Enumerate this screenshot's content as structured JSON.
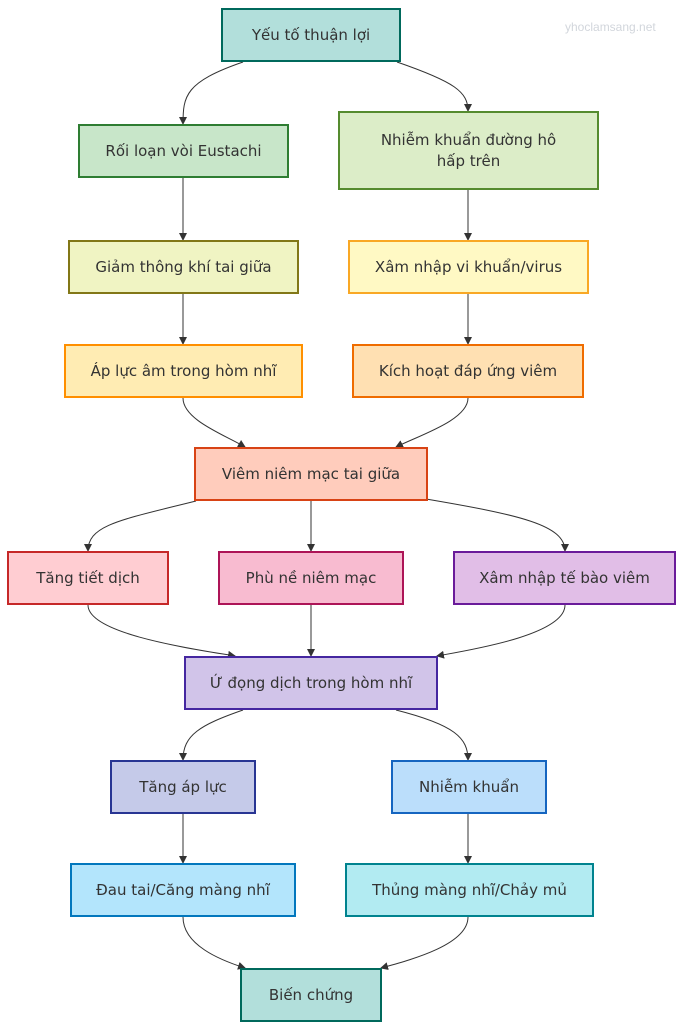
{
  "watermark": "yhoclamsang.net",
  "nodes": [
    {
      "id": "n1",
      "label": "Yếu tố thuận lợi",
      "fill": "#b2dfdb",
      "stroke": "#00695c"
    },
    {
      "id": "n2",
      "label": "Rối loạn vòi Eustachi",
      "fill": "#c8e6c9",
      "stroke": "#2e7d32"
    },
    {
      "id": "n3",
      "label": "Nhiễm khuẩn đường hô hấp trên",
      "fill": "#dcedc8",
      "stroke": "#558b2f"
    },
    {
      "id": "n4",
      "label": "Giảm thông khí tai giữa",
      "fill": "#f0f4c3",
      "stroke": "#827717"
    },
    {
      "id": "n5",
      "label": "Xâm nhập vi khuẩn/virus",
      "fill": "#fff9c4",
      "stroke": "#f9a825"
    },
    {
      "id": "n6",
      "label": "Áp lực âm trong hòm nhĩ",
      "fill": "#ffecb3",
      "stroke": "#ff8f00"
    },
    {
      "id": "n7",
      "label": "Kích hoạt đáp ứng viêm",
      "fill": "#ffe0b2",
      "stroke": "#ef6c00"
    },
    {
      "id": "n8",
      "label": "Viêm niêm mạc tai giữa",
      "fill": "#ffccbc",
      "stroke": "#d84315"
    },
    {
      "id": "n9",
      "label": "Tăng tiết dịch",
      "fill": "#ffcdd2",
      "stroke": "#c62828"
    },
    {
      "id": "n10",
      "label": "Phù nề niêm mạc",
      "fill": "#f8bbd0",
      "stroke": "#ad1457"
    },
    {
      "id": "n11",
      "label": "Xâm nhập tế bào viêm",
      "fill": "#e1bee7",
      "stroke": "#6a1b9a"
    },
    {
      "id": "n12",
      "label": "Ứ đọng dịch trong hòm nhĩ",
      "fill": "#d1c4e9",
      "stroke": "#4527a0"
    },
    {
      "id": "n13",
      "label": "Tăng áp lực",
      "fill": "#c5cae9",
      "stroke": "#283593"
    },
    {
      "id": "n14",
      "label": "Nhiễm khuẩn",
      "fill": "#bbdefb",
      "stroke": "#1565c0"
    },
    {
      "id": "n15",
      "label": "Đau tai/Căng màng nhĩ",
      "fill": "#b3e5fc",
      "stroke": "#0277bd"
    },
    {
      "id": "n16",
      "label": "Thủng màng nhĩ/Chảy mủ",
      "fill": "#b2ebf2",
      "stroke": "#00838f"
    },
    {
      "id": "n17",
      "label": "Biến chứng",
      "fill": "#b2dfdb",
      "stroke": "#00695c"
    }
  ],
  "edges": [
    [
      "n1",
      "n2"
    ],
    [
      "n1",
      "n3"
    ],
    [
      "n2",
      "n4"
    ],
    [
      "n3",
      "n5"
    ],
    [
      "n4",
      "n6"
    ],
    [
      "n5",
      "n7"
    ],
    [
      "n6",
      "n8"
    ],
    [
      "n7",
      "n8"
    ],
    [
      "n8",
      "n9"
    ],
    [
      "n8",
      "n10"
    ],
    [
      "n8",
      "n11"
    ],
    [
      "n9",
      "n12"
    ],
    [
      "n10",
      "n12"
    ],
    [
      "n11",
      "n12"
    ],
    [
      "n12",
      "n13"
    ],
    [
      "n12",
      "n14"
    ],
    [
      "n13",
      "n15"
    ],
    [
      "n14",
      "n16"
    ],
    [
      "n15",
      "n17"
    ],
    [
      "n16",
      "n17"
    ]
  ],
  "colors": {
    "edge": "#333333",
    "text": "#333333"
  }
}
